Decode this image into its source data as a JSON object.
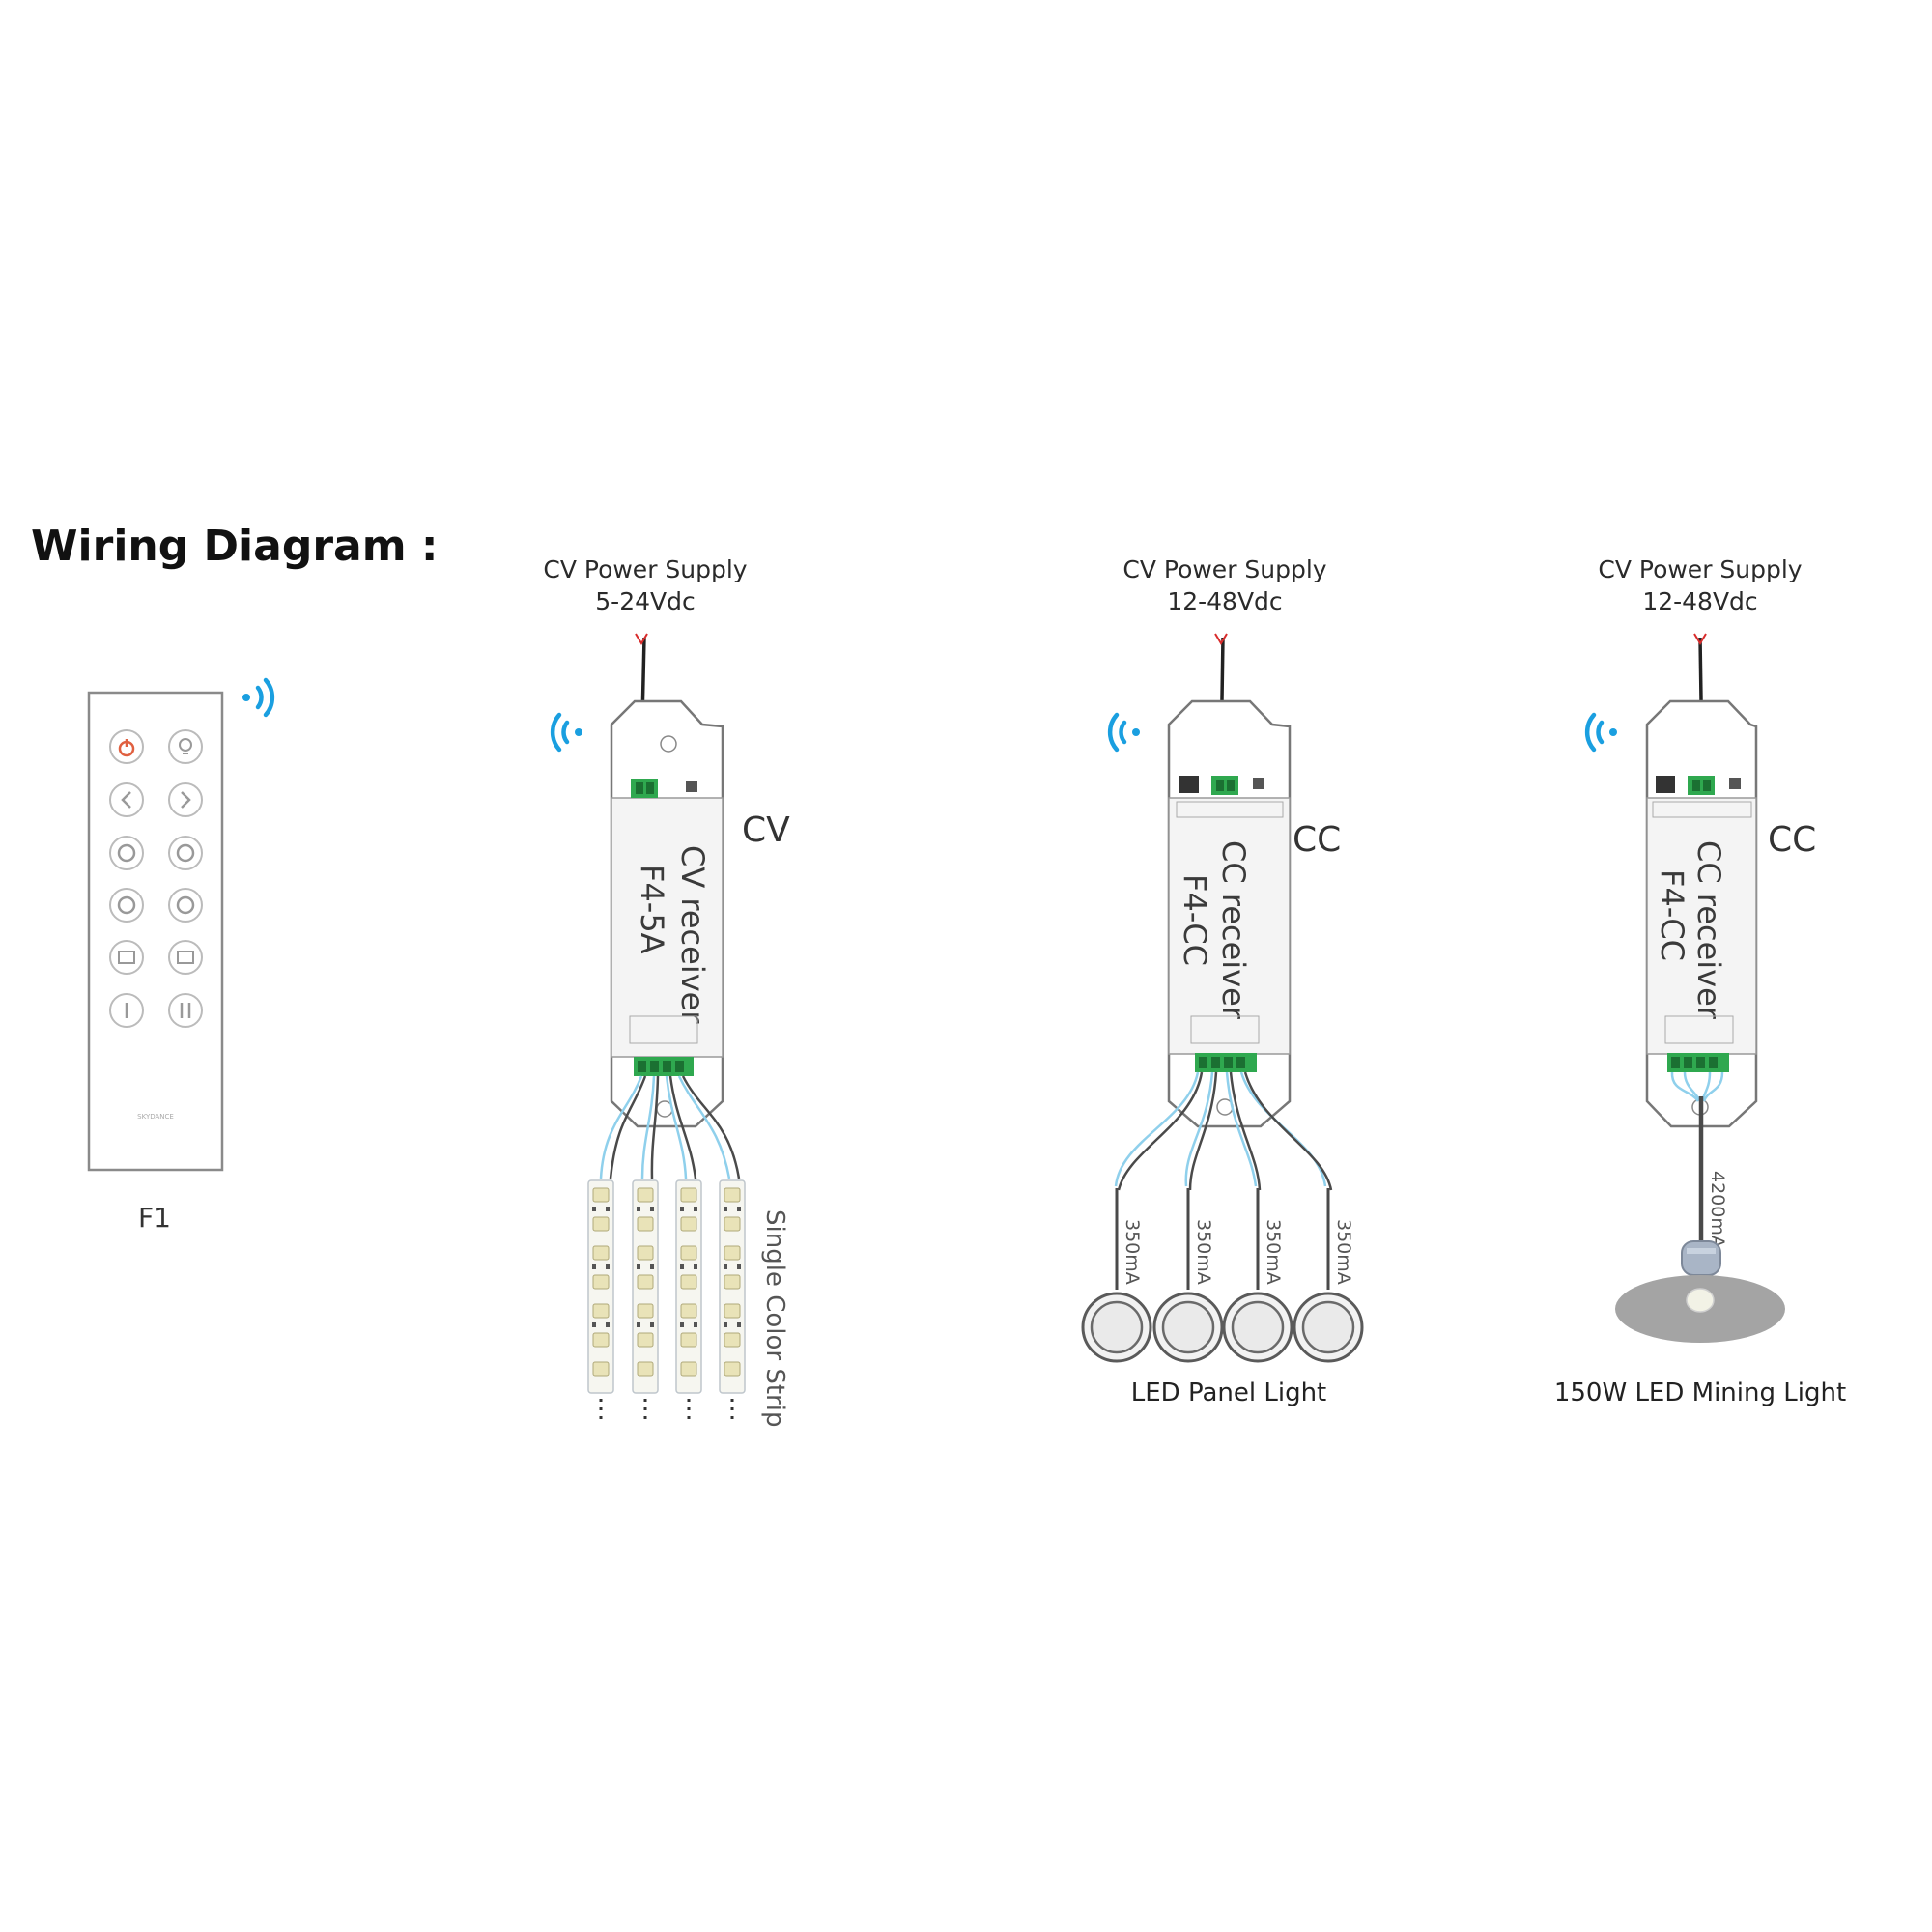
{
  "title": "Wiring Diagram :",
  "remote": {
    "label": "F1",
    "brand": "SKYDANCE",
    "buttons": [
      "power",
      "bulb",
      "left",
      "right",
      "dim-1",
      "dim-2",
      "dim-3",
      "dim-4",
      "scene-1",
      "scene-2",
      "I",
      "II"
    ]
  },
  "units": [
    {
      "id": "cv",
      "psu_line1": "CV Power Supply",
      "psu_line2": "5-24Vdc",
      "type_tag": "CV",
      "receiver_line1": "CV receiver",
      "receiver_line2": "F4-5A",
      "load_label": "Single Color Strip"
    },
    {
      "id": "cc1",
      "psu_line1": "CV Power Supply",
      "psu_line2": "12-48Vdc",
      "type_tag": "CC",
      "receiver_line1": "CC receiver",
      "receiver_line2": "F4-CC",
      "currents": [
        "350mA",
        "350mA",
        "350mA",
        "350mA"
      ],
      "caption": "LED Panel Light"
    },
    {
      "id": "cc2",
      "psu_line1": "CV Power Supply",
      "psu_line2": "12-48Vdc",
      "type_tag": "CC",
      "receiver_line1": "CC receiver",
      "receiver_line2": "F4-CC",
      "current": "4200mA",
      "caption": "150W LED Mining Light"
    }
  ],
  "colors": {
    "signal": "#1a9fe0",
    "terminal": "#2fa84f",
    "wire_red": "#d92c2c",
    "wire_light": "#8fd0ec",
    "power_button": "#e06040"
  }
}
